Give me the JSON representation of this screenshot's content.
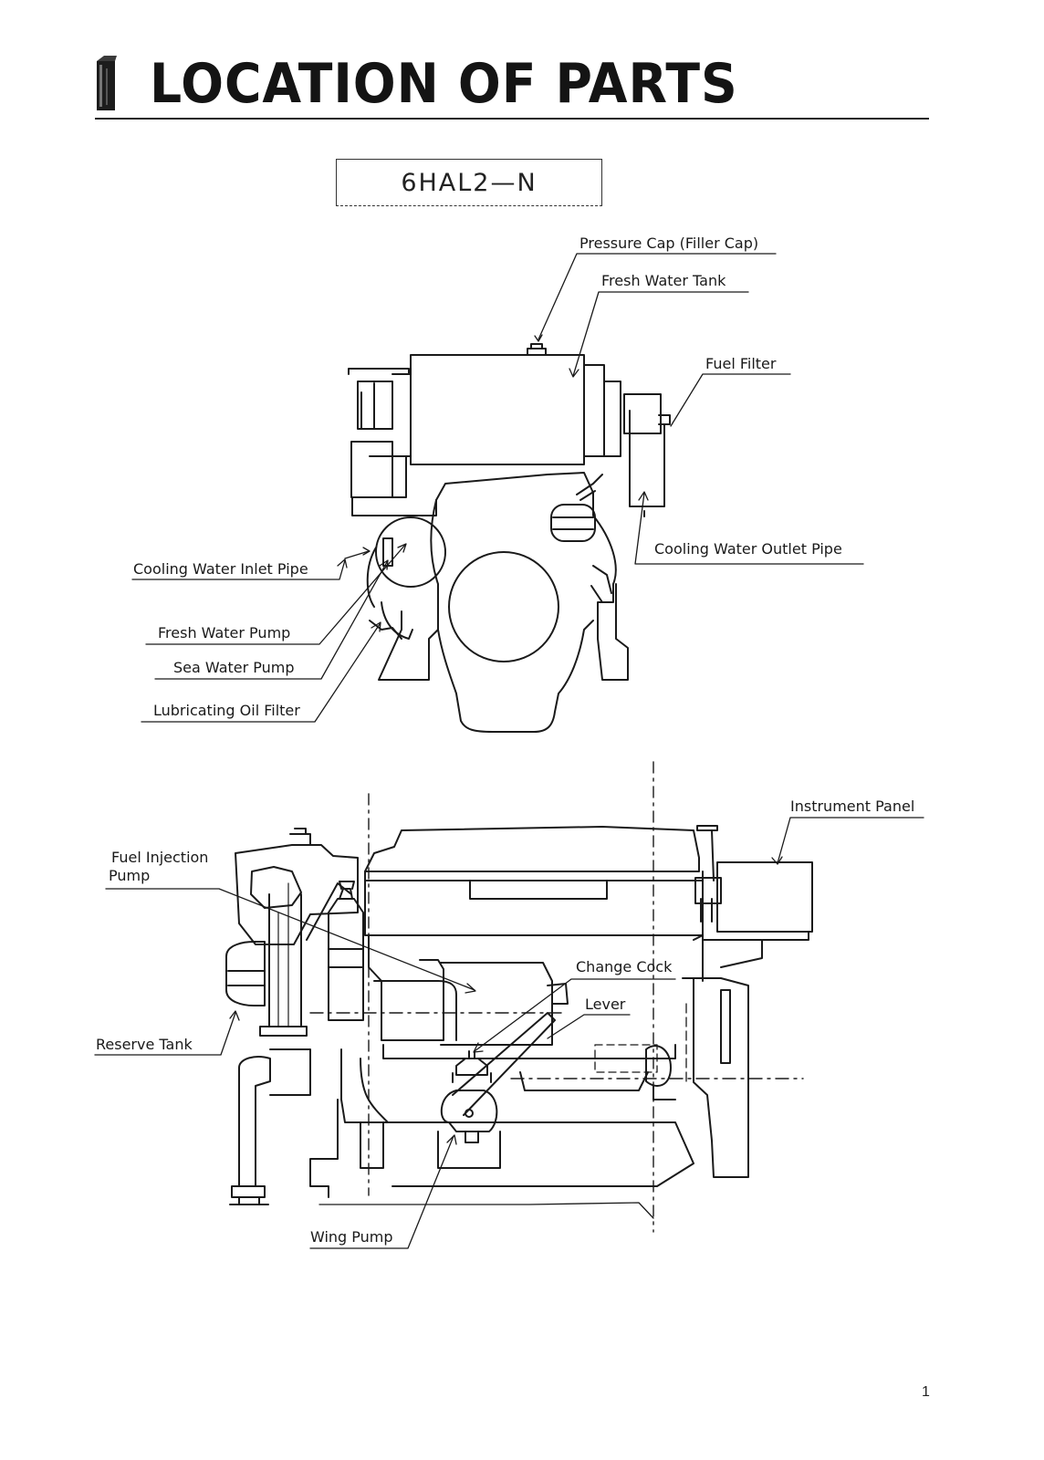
{
  "page": {
    "title": "LOCATION OF PARTS",
    "model": "6HAL2—N",
    "page_number": "1"
  },
  "front_view": {
    "labels": {
      "pressure_cap": "Pressure Cap (Filler Cap)",
      "fresh_water_tank": "Fresh Water Tank",
      "fuel_filter": "Fuel Filter",
      "cooling_water_outlet_pipe": "Cooling Water Outlet Pipe",
      "cooling_water_inlet_pipe": "Cooling Water Inlet Pipe",
      "fresh_water_pump": "Fresh Water Pump",
      "sea_water_pump": "Sea Water Pump",
      "lubricating_oil_filter": "Lubricating Oil Filter"
    }
  },
  "side_view": {
    "labels": {
      "instrument_panel": "Instrument Panel",
      "fuel_injection_pump_line1": "Fuel Injection",
      "fuel_injection_pump_line2": "Pump",
      "change_cock": "Change Cock",
      "lever": "Lever",
      "reserve_tank": "Reserve Tank",
      "wing_pump": "Wing Pump"
    }
  },
  "colors": {
    "ink": "#1a1a1a",
    "paper": "#ffffff"
  }
}
